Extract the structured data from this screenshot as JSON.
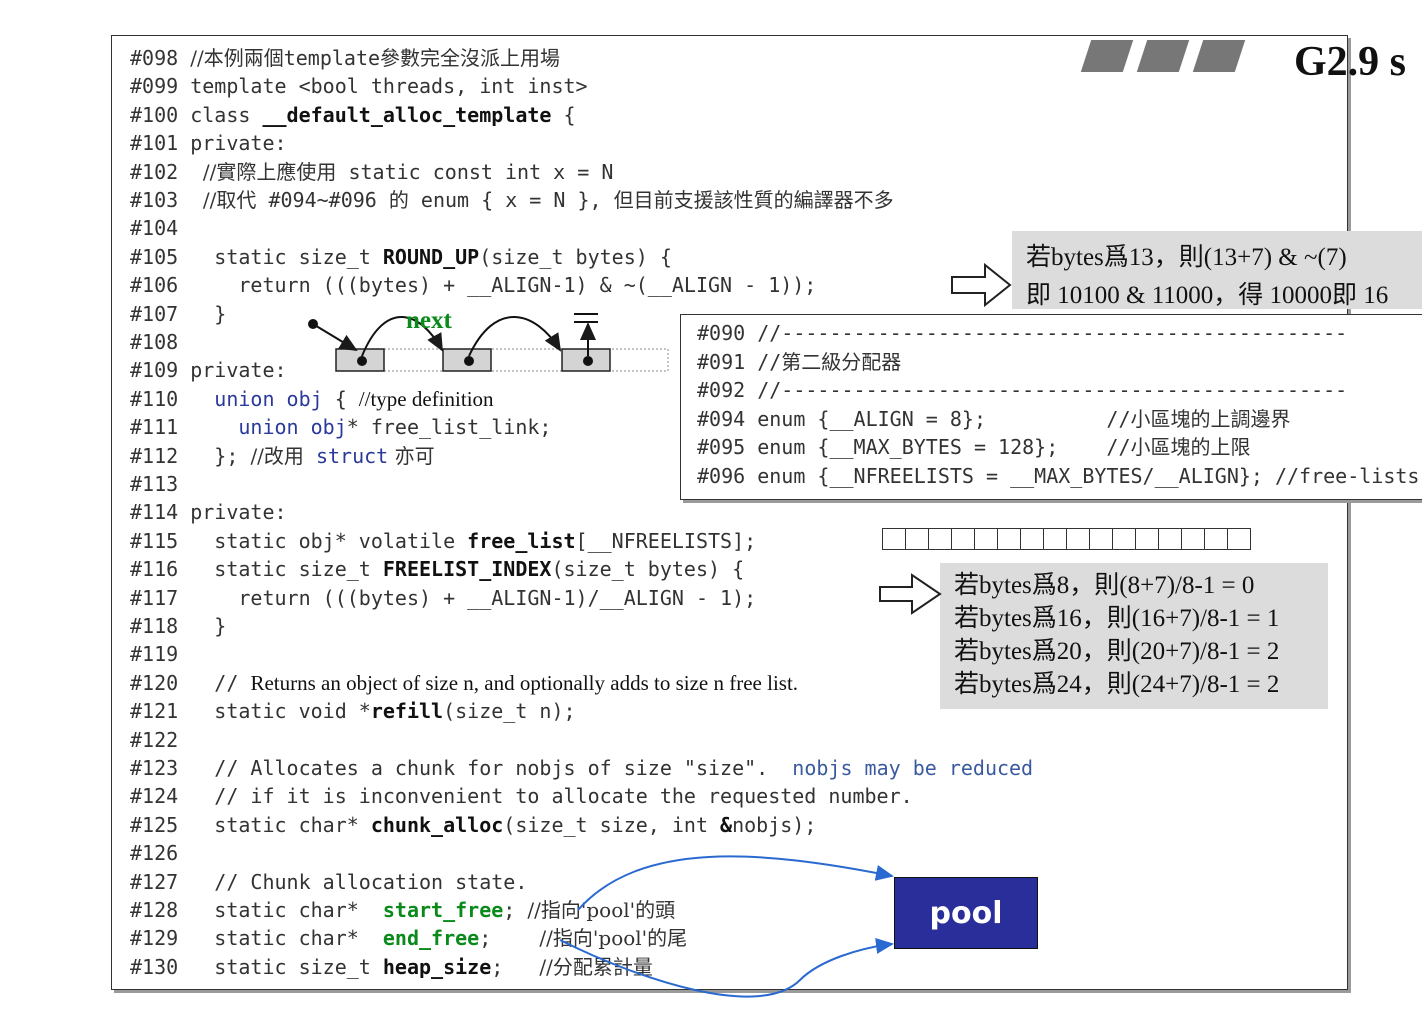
{
  "title": "G2.9 s",
  "code_lines": [
    {
      "n": "#098",
      "parts": [
        {
          "t": "//本例兩個",
          "c": "cjk"
        },
        {
          "t": "template"
        },
        {
          "t": "參數完全沒派上用場",
          "c": "cjk"
        }
      ]
    },
    {
      "n": "#099",
      "parts": [
        {
          "t": "template <bool threads, int inst>"
        }
      ]
    },
    {
      "n": "#100",
      "parts": [
        {
          "t": "class "
        },
        {
          "t": "__default_alloc_template",
          "c": "b"
        },
        {
          "t": " {"
        }
      ]
    },
    {
      "n": "#101",
      "parts": [
        {
          "t": "private:"
        }
      ]
    },
    {
      "n": "#102",
      "parts": [
        {
          "t": "  //實際上應使用",
          "c": "cjk"
        },
        {
          "t": " static const int x = N"
        }
      ]
    },
    {
      "n": "#103",
      "parts": [
        {
          "t": "  //取代",
          "c": "cjk"
        },
        {
          "t": " #094~#096 "
        },
        {
          "t": "的",
          "c": "cjk"
        },
        {
          "t": " enum { x = N }, "
        },
        {
          "t": "但目前支援該性質的編譯器不多",
          "c": "cjk"
        }
      ]
    },
    {
      "n": "#104",
      "parts": []
    },
    {
      "n": "#105",
      "parts": [
        {
          "t": "  static size_t "
        },
        {
          "t": "ROUND_UP",
          "c": "b"
        },
        {
          "t": "(size_t bytes) {"
        }
      ]
    },
    {
      "n": "#106",
      "parts": [
        {
          "t": "    return (((bytes) + __ALIGN-1) & ~(__ALIGN - 1));"
        }
      ]
    },
    {
      "n": "#107",
      "parts": [
        {
          "t": "  }"
        }
      ]
    },
    {
      "n": "#108",
      "parts": []
    },
    {
      "n": "#109",
      "parts": [
        {
          "t": "private:"
        }
      ]
    },
    {
      "n": "#110",
      "parts": [
        {
          "t": "  union obj",
          "c": "blue"
        },
        {
          "t": " { "
        },
        {
          "t": "//type definition",
          "c": "serif"
        }
      ]
    },
    {
      "n": "#111",
      "parts": [
        {
          "t": "    union obj",
          "c": "blue"
        },
        {
          "t": "* free_list_link;"
        }
      ]
    },
    {
      "n": "#112",
      "parts": [
        {
          "t": "  }; "
        },
        {
          "t": "//改用",
          "c": "cjk"
        },
        {
          "t": " struct",
          "c": "blue"
        },
        {
          "t": " 亦可",
          "c": "cjk"
        }
      ]
    },
    {
      "n": "#113",
      "parts": []
    },
    {
      "n": "#114",
      "parts": [
        {
          "t": "private:"
        }
      ]
    },
    {
      "n": "#115",
      "parts": [
        {
          "t": "  static obj* volatile "
        },
        {
          "t": "free_list",
          "c": "b"
        },
        {
          "t": "[__NFREELISTS];"
        }
      ]
    },
    {
      "n": "#116",
      "parts": [
        {
          "t": "  static size_t "
        },
        {
          "t": "FREELIST_INDEX",
          "c": "b"
        },
        {
          "t": "(size_t bytes) {"
        }
      ]
    },
    {
      "n": "#117",
      "parts": [
        {
          "t": "    return (((bytes) + __ALIGN-1)/__ALIGN - 1);"
        }
      ]
    },
    {
      "n": "#118",
      "parts": [
        {
          "t": "  }"
        }
      ]
    },
    {
      "n": "#119",
      "parts": []
    },
    {
      "n": "#120",
      "parts": [
        {
          "t": "  // "
        },
        {
          "t": "Returns an object of size n, and optionally adds to size n free list.",
          "c": "serif"
        }
      ]
    },
    {
      "n": "#121",
      "parts": [
        {
          "t": "  static void *"
        },
        {
          "t": "refill",
          "c": "b"
        },
        {
          "t": "(size_t n);"
        }
      ]
    },
    {
      "n": "#122",
      "parts": []
    },
    {
      "n": "#123",
      "parts": [
        {
          "t": "  // Allocates a chunk for nobjs of size \"size\".  "
        },
        {
          "t": "nobjs may be reduced",
          "c": "bluec"
        }
      ]
    },
    {
      "n": "#124",
      "parts": [
        {
          "t": "  // if it is inconvenient to allocate the requested number."
        }
      ]
    },
    {
      "n": "#125",
      "parts": [
        {
          "t": "  static char* "
        },
        {
          "t": "chunk_alloc",
          "c": "b"
        },
        {
          "t": "(size_t size, int "
        },
        {
          "t": "&",
          "c": "b"
        },
        {
          "t": "nobjs);"
        }
      ]
    },
    {
      "n": "#126",
      "parts": []
    },
    {
      "n": "#127",
      "parts": [
        {
          "t": "  // Chunk allocation state."
        }
      ]
    },
    {
      "n": "#128",
      "parts": [
        {
          "t": "  static char*  "
        },
        {
          "t": "start_free",
          "c": "grn"
        },
        {
          "t": "; "
        },
        {
          "t": "//指向'pool'的頭",
          "c": "cjk"
        }
      ]
    },
    {
      "n": "#129",
      "parts": [
        {
          "t": "  static char*  "
        },
        {
          "t": "end_free",
          "c": "grn"
        },
        {
          "t": ";    "
        },
        {
          "t": "//指向'pool'的尾",
          "c": "cjk"
        }
      ]
    },
    {
      "n": "#130",
      "parts": [
        {
          "t": "  static size_t "
        },
        {
          "t": "heap_size",
          "c": "b"
        },
        {
          "t": ";   "
        },
        {
          "t": "//分配累計量",
          "c": "cjk"
        }
      ]
    }
  ],
  "callout_round_up": [
    "若bytes爲13，則(13+7) & ~(7)",
    "即 10100 & 11000，得 10000即 16"
  ],
  "inset_lines": [
    {
      "n": "#090",
      "t": " //-----------------------------------------------"
    },
    {
      "n": "#091",
      "t": " //第二級分配器"
    },
    {
      "n": "#092",
      "t": " //-----------------------------------------------"
    },
    {
      "n": "#094",
      "t": " enum {__ALIGN = 8};          //小區塊的上調邊界"
    },
    {
      "n": "#095",
      "t": " enum {__MAX_BYTES = 128};    //小區塊的上限"
    },
    {
      "n": "#096",
      "t": " enum {__NFREELISTS = __MAX_BYTES/__ALIGN}; //free-lists"
    }
  ],
  "callout_index": [
    "若bytes爲8，則(8+7)/8-1 = 0",
    "若bytes爲16，則(16+7)/8-1 = 1",
    "若bytes爲20，則(20+7)/8-1 = 2",
    "若bytes爲24，則(24+7)/8-1 = 2"
  ],
  "diagram": {
    "next_label": "next"
  },
  "pool_label": "pool",
  "free_list_slots": 16
}
